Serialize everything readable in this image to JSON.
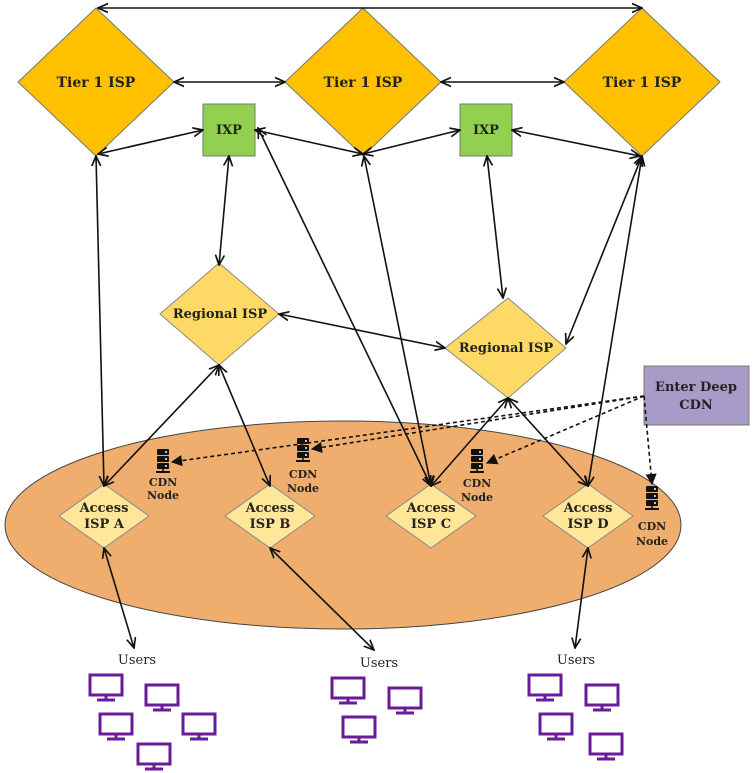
{
  "colors": {
    "tier1": "#FFC000",
    "regional": "#FFD966",
    "access": "#FFE699",
    "ixp": "#92D050",
    "cdn_box": "#A99BC8",
    "ellipse": "#EFAE6E",
    "monitor": "#6A1B9A"
  },
  "labels": {
    "tier1_a": "Tier 1 ISP",
    "tier1_b": "Tier 1 ISP",
    "tier1_c": "Tier 1 ISP",
    "ixp_a": "IXP",
    "ixp_b": "IXP",
    "regional_a": "Regional ISP",
    "regional_b": "Regional ISP",
    "access_a_l1": "Access",
    "access_a_l2": "ISP A",
    "access_b_l1": "Access",
    "access_b_l2": "ISP B",
    "access_c_l1": "Access",
    "access_c_l2": "ISP C",
    "access_d_l1": "Access",
    "access_d_l2": "ISP D",
    "cdn_box_l1": "Enter Deep",
    "cdn_box_l2": "CDN",
    "cdn_l1": "CDN",
    "cdn_l2": "Node",
    "users": "Users"
  },
  "icons": {
    "server": "server-icon",
    "monitor": "monitor-icon"
  }
}
